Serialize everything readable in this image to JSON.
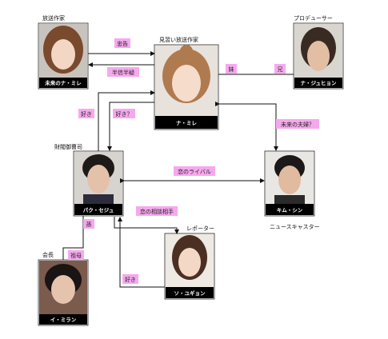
{
  "people": {
    "mirae_future": {
      "name": "未来のナ・ミレ",
      "role": "放送作家",
      "hair": "#7a4a2e",
      "bg": "#c9c3bd"
    },
    "mire": {
      "name": "ナ・ミレ",
      "role": "見習い放送作家",
      "hair": "#b07a4f",
      "bg": "#e8e2dc"
    },
    "jihyun": {
      "name": "ナ・ジュヒョン",
      "role": "プロデューサー",
      "hair": "#3a2b22",
      "bg": "#d9d6d0"
    },
    "sejoo": {
      "name": "パク・セジュ",
      "role": "財閥御曹司",
      "hair": "#1e1a18",
      "bg": "#d7d4cf"
    },
    "shin": {
      "name": "キム・シン",
      "role": "ニュースキャスター",
      "hair": "#1b1817",
      "bg": "#e9e7e3"
    },
    "yugyeong": {
      "name": "ソ・ユギョン",
      "role": "レポーター",
      "hair": "#4a2f22",
      "bg": "#efe9e3"
    },
    "miran": {
      "name": "イ・ミラン",
      "role": "会長",
      "hair": "#1a1414",
      "bg": "#7b5b4d"
    }
  },
  "relations": {
    "warning": "忠告",
    "doubt": "半信半疑",
    "sister": "妹",
    "brother": "兄",
    "likes": "好き",
    "likes_q": "好き？",
    "future_husband": "未来の夫婦？",
    "love_rival": "恋のライバル",
    "consultant": "恋の相談相手",
    "likes2": "好き",
    "grandson": "孫",
    "grandmother": "祖母"
  },
  "colors": {
    "label_bg": "#f6a8ee",
    "line": "#111111"
  }
}
